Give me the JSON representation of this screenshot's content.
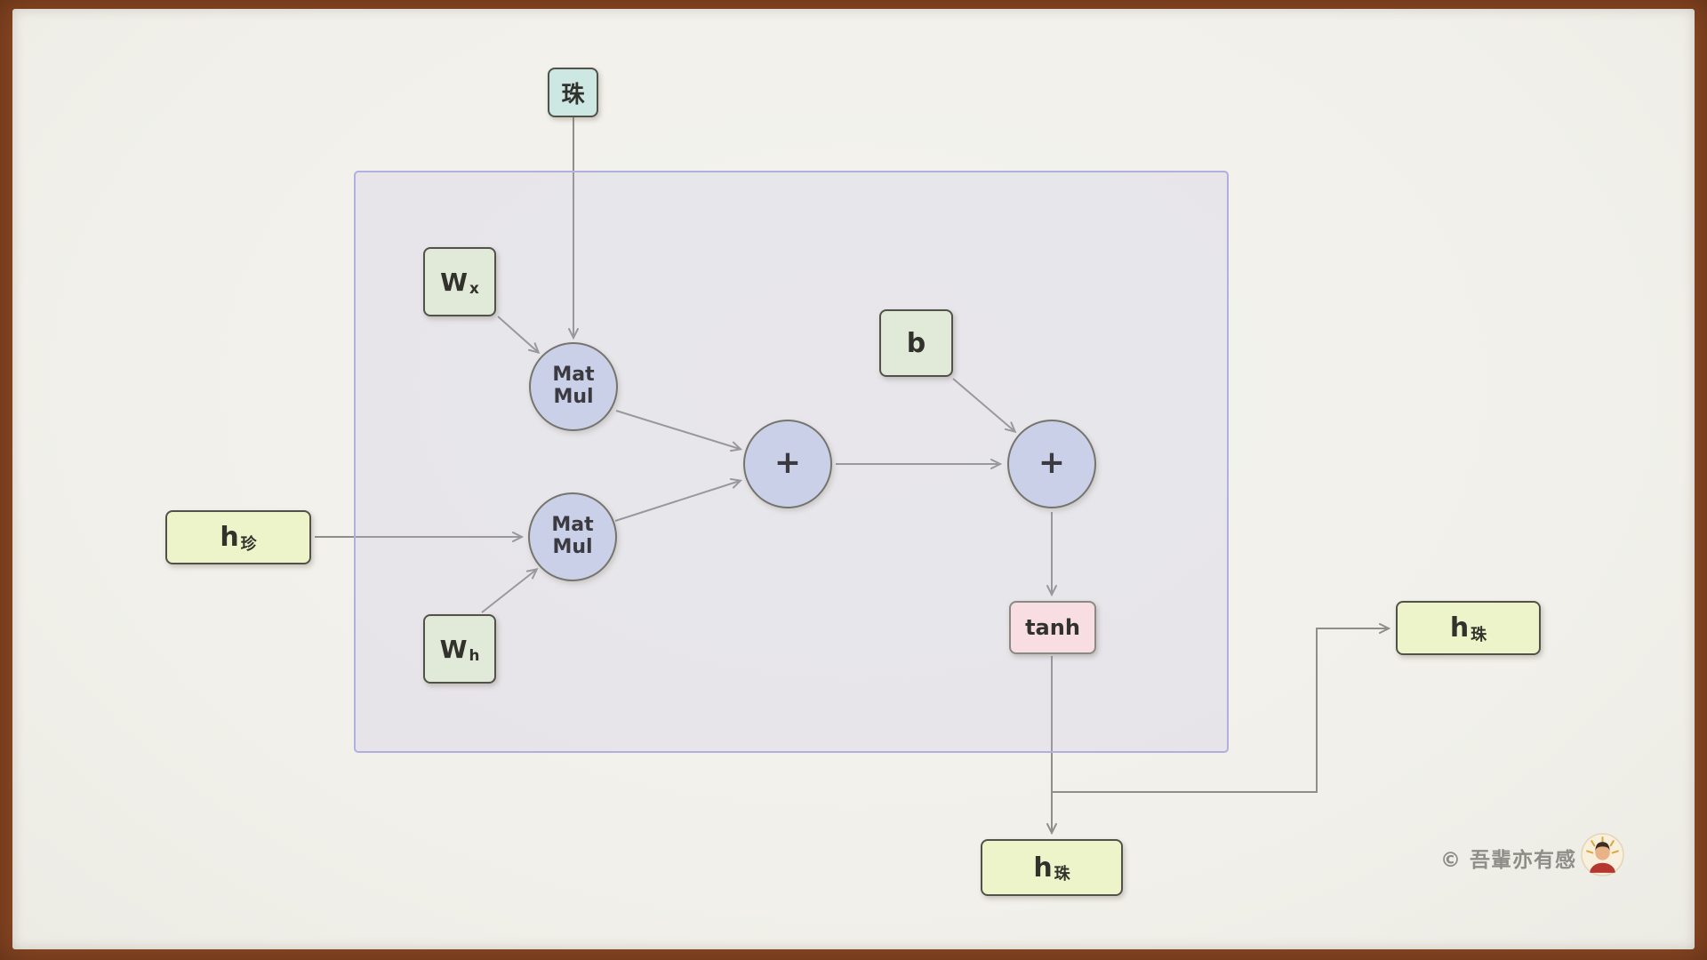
{
  "colors": {
    "frame": "#8d4a25",
    "paper": "#f2f1ec",
    "cell_fill": "#e9e8f5",
    "cell_border": "#b1afe0",
    "input_fill": "#cde7e3",
    "weight_fill": "#e1e9d9",
    "hidden_fill": "#eef4ca",
    "tanh_fill": "#f8dee2",
    "circle_fill": "#cad0e8",
    "arrow": "#8f8f8a"
  },
  "nodes": {
    "input": {
      "label": "珠"
    },
    "wx": {
      "base": "W",
      "sub": "x"
    },
    "wh": {
      "base": "W",
      "sub": "h"
    },
    "bias": {
      "label": "b"
    },
    "h_prev": {
      "base": "h",
      "sub": "珍"
    },
    "matmul_top": {
      "line1": "Mat",
      "line2": "Mul"
    },
    "matmul_bottom": {
      "line1": "Mat",
      "line2": "Mul"
    },
    "add_left": {
      "label": "+"
    },
    "add_right": {
      "label": "+"
    },
    "tanh": {
      "label": "tanh"
    },
    "h_next_bottom": {
      "base": "h",
      "sub": "珠"
    },
    "h_next_right": {
      "base": "h",
      "sub": "珠"
    }
  },
  "footer": {
    "copyright": "© 吾輩亦有感"
  }
}
